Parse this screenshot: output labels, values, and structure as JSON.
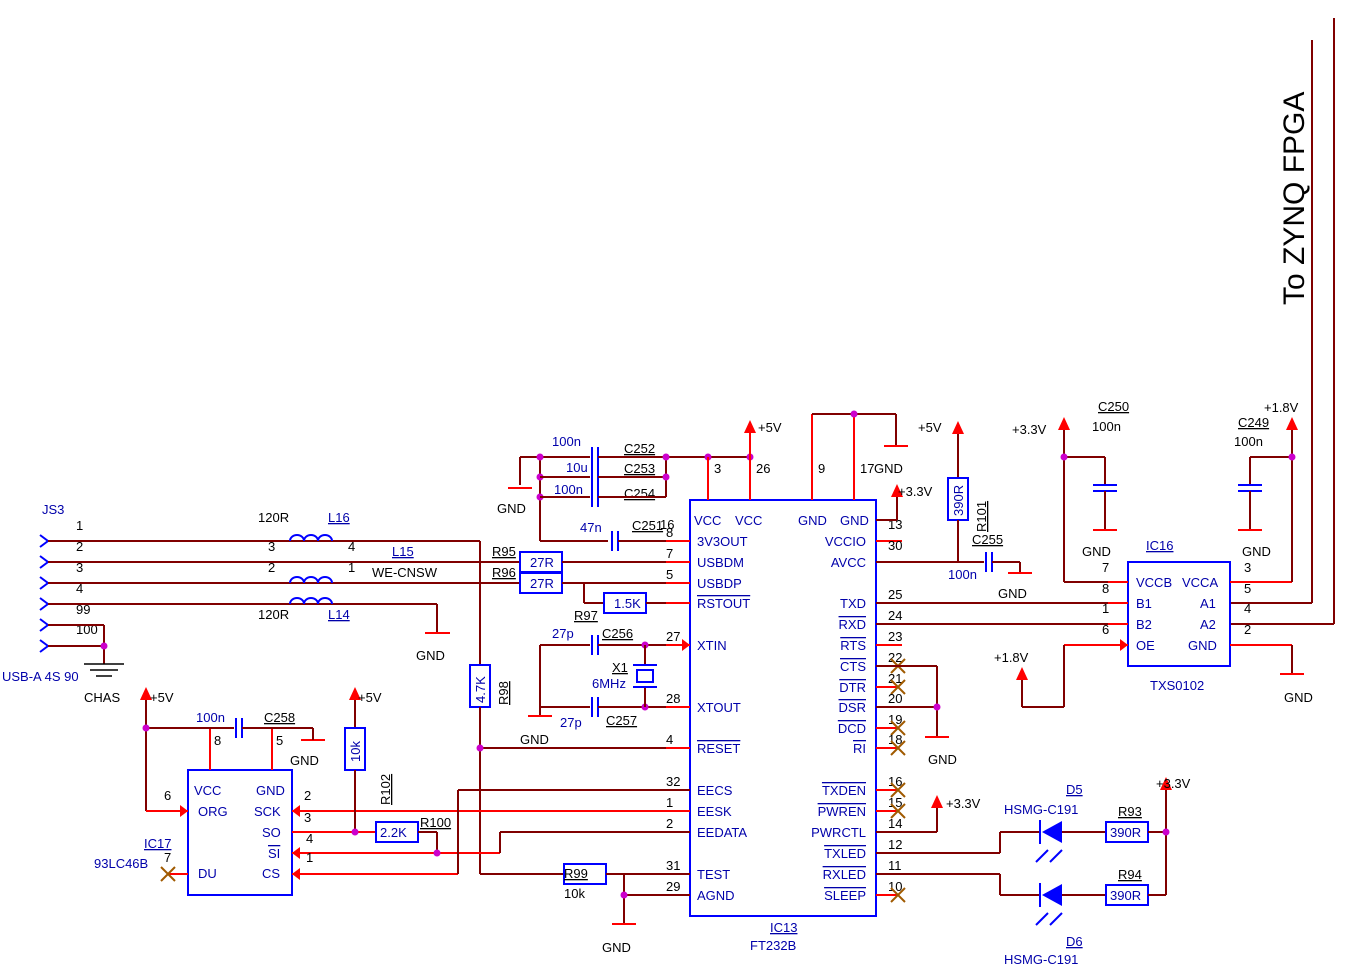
{
  "colors": {
    "wire": "#800000",
    "pin": "#ff0000",
    "body": "#0000ff",
    "junction": "#cc00cc",
    "text": "#000000",
    "label": "#0000aa",
    "noconnect": "#a05a00"
  },
  "title": "To ZYNQ FPGA",
  "connector": {
    "ref": "JS3",
    "value": "USB-A 4S 90",
    "pins": [
      "1",
      "2",
      "3",
      "4",
      "99",
      "100"
    ],
    "shield": "CHAS"
  },
  "inductors": {
    "l16": {
      "ref": "L16",
      "value": "120R",
      "pin_a": "3",
      "pin_b": "4"
    },
    "l15": {
      "ref": "L15",
      "value": "WE-CNSW",
      "pin_a": "2",
      "pin_b": "1"
    },
    "l14": {
      "ref": "L14",
      "value": "120R"
    }
  },
  "resistors": {
    "r95": {
      "ref": "R95",
      "value": "27R"
    },
    "r96": {
      "ref": "R96",
      "value": "27R"
    },
    "r97": {
      "ref": "R97",
      "value": "1.5K"
    },
    "r98": {
      "ref": "R98",
      "value": "4.7K"
    },
    "r99": {
      "ref": "R99",
      "value": "10k"
    },
    "r100": {
      "ref": "R100",
      "value": "2.2K"
    },
    "r101": {
      "ref": "R101",
      "value": "390R"
    },
    "r102": {
      "ref": "R102",
      "value": "10k"
    },
    "r93": {
      "ref": "R93",
      "value": "390R"
    },
    "r94": {
      "ref": "R94",
      "value": "390R"
    }
  },
  "capacitors": {
    "c252": {
      "ref": "C252",
      "value": "100n"
    },
    "c253": {
      "ref": "C253",
      "value": "10u"
    },
    "c254": {
      "ref": "C254",
      "value": "100n"
    },
    "c251": {
      "ref": "C251",
      "value": "47n"
    },
    "c256": {
      "ref": "C256",
      "value": "27p"
    },
    "c257": {
      "ref": "C257",
      "value": "27p"
    },
    "c255": {
      "ref": "C255",
      "value": "100n"
    },
    "c258": {
      "ref": "C258",
      "value": "100n"
    },
    "c250": {
      "ref": "C250",
      "value": "100n"
    },
    "c249": {
      "ref": "C249",
      "value": "100n"
    }
  },
  "crystal": {
    "ref": "X1",
    "value": "6MHz"
  },
  "power": {
    "p5v": "+5V",
    "p33v": "+3.3V",
    "p18v": "+1.8V",
    "gnd": "GND"
  },
  "ic13": {
    "ref": "IC13",
    "part": "FT232B",
    "top_pins": {
      "vcc1": "VCC",
      "vcc2": "VCC",
      "gnd1": "GND",
      "gnd2": "GND",
      "n3": "3",
      "n26": "26",
      "n9": "9",
      "n17": "17"
    },
    "left_pins": [
      {
        "num": "16",
        "name": "3V3OUT"
      },
      {
        "num": "8",
        "name": "3V3OUT"
      },
      {
        "num": "7",
        "name": "USBDM"
      },
      {
        "num": "5",
        "name": "USBDP"
      },
      {
        "num": "",
        "name": "RSTOUT"
      },
      {
        "num": "27",
        "name": "XTIN"
      },
      {
        "num": "28",
        "name": "XTOUT"
      },
      {
        "num": "4",
        "name": "RESET"
      },
      {
        "num": "32",
        "name": "EECS"
      },
      {
        "num": "1",
        "name": "EESK"
      },
      {
        "num": "2",
        "name": "EEDATA"
      },
      {
        "num": "31",
        "name": "TEST"
      },
      {
        "num": "29",
        "name": "AGND"
      }
    ],
    "right_pins": [
      {
        "num": "13",
        "name": "VCCIO"
      },
      {
        "num": "30",
        "name": "AVCC"
      },
      {
        "num": "25",
        "name": "TXD"
      },
      {
        "num": "24",
        "name": "RXD"
      },
      {
        "num": "23",
        "name": "RTS"
      },
      {
        "num": "22",
        "name": "CTS"
      },
      {
        "num": "21",
        "name": "DTR"
      },
      {
        "num": "20",
        "name": "DSR"
      },
      {
        "num": "19",
        "name": "DCD"
      },
      {
        "num": "18",
        "name": "RI"
      },
      {
        "num": "16",
        "name": "TXDEN"
      },
      {
        "num": "15",
        "name": "PWREN"
      },
      {
        "num": "14",
        "name": "PWRCTL"
      },
      {
        "num": "12",
        "name": "TXLED"
      },
      {
        "num": "11",
        "name": "RXLED"
      },
      {
        "num": "10",
        "name": "SLEEP"
      }
    ]
  },
  "ic16": {
    "ref": "IC16",
    "part": "TXS0102",
    "left": [
      {
        "num": "7",
        "name": "VCCB"
      },
      {
        "num": "8",
        "name": "B1"
      },
      {
        "num": "1",
        "name": "B2"
      },
      {
        "num": "6",
        "name": "OE"
      }
    ],
    "right": [
      {
        "num": "3",
        "name": "VCCA"
      },
      {
        "num": "5",
        "name": "A1"
      },
      {
        "num": "4",
        "name": "A2"
      },
      {
        "num": "2",
        "name": "GND"
      }
    ]
  },
  "ic17": {
    "ref": "IC17",
    "part": "93LC46B",
    "left": [
      {
        "num": "8",
        "name": "VCC"
      },
      {
        "num": "6",
        "name": "ORG"
      },
      {
        "num": "7",
        "name": "DU"
      }
    ],
    "right": [
      {
        "num": "5",
        "name": "GND"
      },
      {
        "num": "2",
        "name": "SCK"
      },
      {
        "num": "4",
        "name": "SO"
      },
      {
        "num": "3",
        "name": "SI"
      },
      {
        "num": "1",
        "name": "CS"
      }
    ]
  },
  "leds": {
    "d5": {
      "ref": "D5",
      "part": "HSMG-C191"
    },
    "d6": {
      "ref": "D6",
      "part": "HSMG-C191"
    }
  }
}
